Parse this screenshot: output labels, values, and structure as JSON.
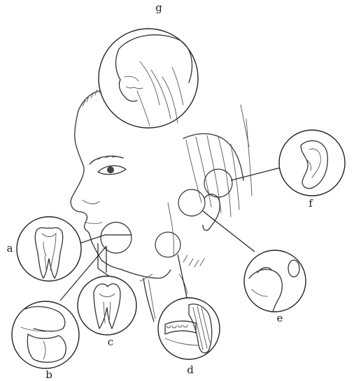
{
  "labels": {
    "a": "a",
    "b": "b",
    "c": "c",
    "d": "d",
    "e": "e",
    "f": "f",
    "g": "g"
  }
}
